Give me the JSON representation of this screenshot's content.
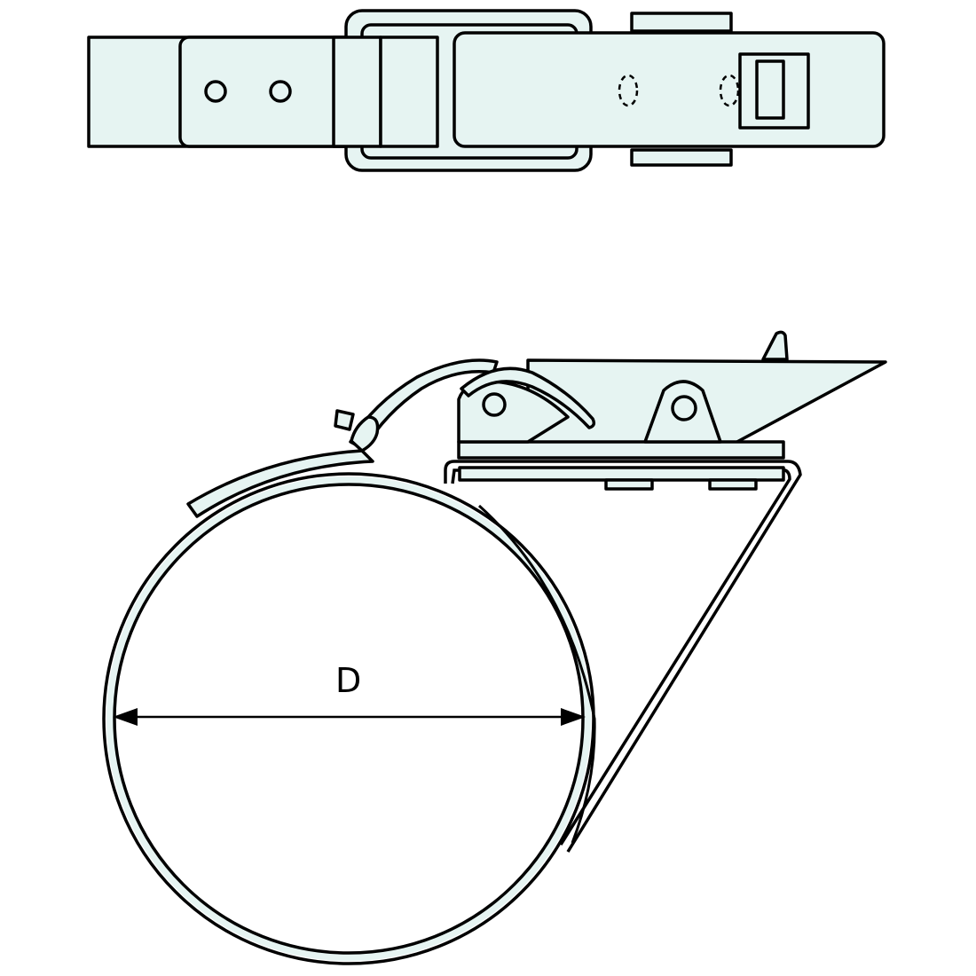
{
  "diagram": {
    "type": "technical drawing",
    "subject": "band clamp with toggle latch",
    "views": [
      {
        "name": "top-view",
        "description": "plan view of latch and band"
      },
      {
        "name": "side-view",
        "description": "side elevation of clamp around circular pipe"
      }
    ],
    "dimension": {
      "label": "D",
      "meaning": "inner diameter of clamp",
      "arrow_style": "double-headed"
    },
    "colors": {
      "fill": "#e6f4f2",
      "stroke": "#000000",
      "background": "#ffffff"
    }
  }
}
